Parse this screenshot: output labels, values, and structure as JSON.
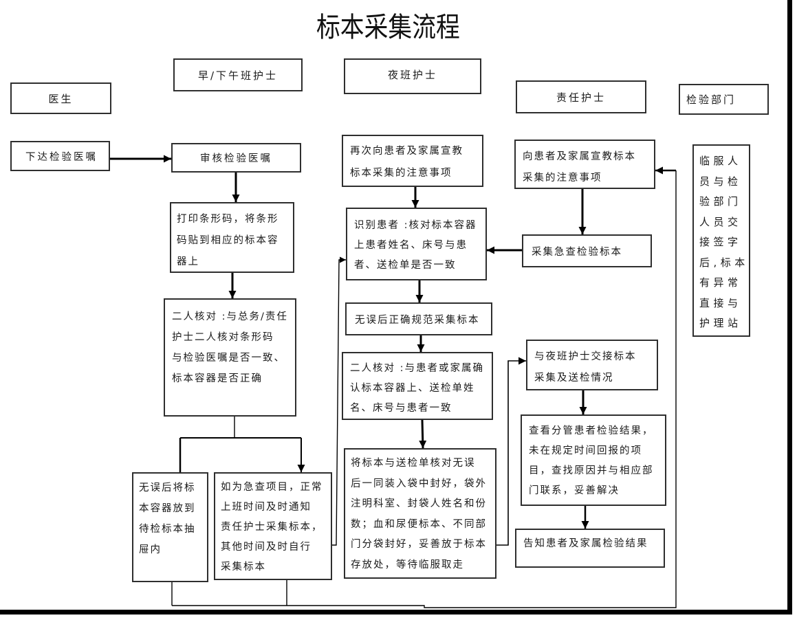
{
  "title": "标本采集流程",
  "lanes": {
    "doctor": "医生",
    "day_nurse": "早/下午班护士",
    "night_nurse": "夜班护士",
    "primary_nurse": "责任护士",
    "lab": "检验部门"
  },
  "steps": {
    "issue_order": {
      "lines": [
        "下达检验医嘱"
      ]
    },
    "review_order": {
      "lines": [
        "审核检验医嘱"
      ]
    },
    "print_barcode": {
      "lines": [
        "打印条形码，将条形",
        "码贴到相应的标本容",
        "器上"
      ]
    },
    "double_check_day": {
      "lines": [
        "二人核对 :与总务/责任",
        "护士二人核对条形码",
        "与检验医嘱是否一致、",
        "标本容器是否正确"
      ]
    },
    "store_drawer": {
      "lines": [
        "无误后将标",
        "本容器放到",
        "待检标本抽",
        "屉内"
      ]
    },
    "urgent_items": {
      "lines": [
        "如为急查项目，正常",
        "上班时间及时通知",
        "责任护士采集标本，",
        "其他时间及时自行",
        "采集标本"
      ]
    },
    "re_educate": {
      "lines": [
        "再次向患者及家属宣教",
        "标本采集的注意事项"
      ]
    },
    "identify_patient": {
      "lines": [
        "识别患者 :核对标本容器",
        "上患者姓名、床号与患",
        "者、送检单是否一致"
      ]
    },
    "collect_specimen": {
      "lines": [
        "无误后正确规范采集标本"
      ]
    },
    "double_check_night": {
      "lines": [
        "二人核对 :与患者或家属确",
        "认标本容器上、送检单姓",
        "名、床号与患者一致"
      ]
    },
    "bag_specimen": {
      "lines": [
        "将标本与送检单核对无误",
        "后一同装入袋中封好，袋外",
        "注明科室、封袋人姓名和份",
        "数；血和尿便标本、不同部",
        "门分袋封好，妥善放于标本",
        "存放处，等待临服取走"
      ]
    },
    "educate": {
      "lines": [
        "向患者及家属宣教标本",
        "采集的注意事项"
      ]
    },
    "collect_urgent": {
      "lines": [
        "采集急查检验标本"
      ]
    },
    "handover": {
      "lines": [
        "与夜班护士交接标本",
        "采集及送检情况"
      ]
    },
    "check_results": {
      "lines": [
        "查看分管患者检验结果，",
        "未在规定时间回报的项",
        "目，查找原因并与相应部",
        "门联系，妥善解决"
      ]
    },
    "inform_results": {
      "lines": [
        "告知患者及家属检验结果"
      ]
    },
    "lab_handover": {
      "lines": [
        "临服人",
        "员与检",
        "验部门",
        "人员交",
        "接签字",
        "后,标本",
        "有异常",
        "直接与",
        "护理站"
      ]
    }
  },
  "colors": {
    "line": "#000000",
    "border": "#2e2e2e",
    "frame": "#000000",
    "background": "#ffffff"
  }
}
